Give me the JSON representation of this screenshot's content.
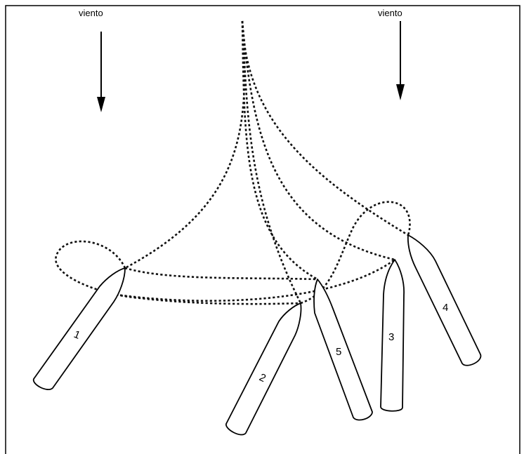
{
  "diagram": {
    "wind_label_left": "viento",
    "wind_label_right": "viento",
    "boats": [
      "1",
      "2",
      "3",
      "4",
      "5"
    ]
  }
}
